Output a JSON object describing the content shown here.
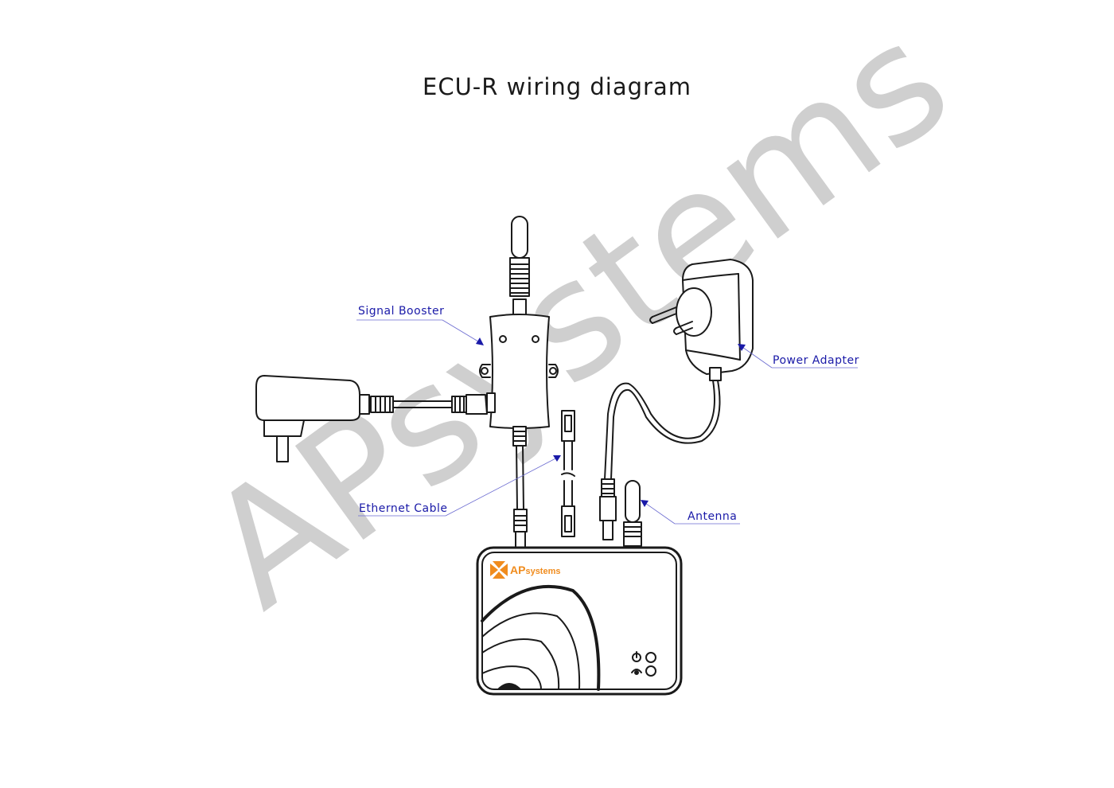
{
  "title": "ECU-R wiring diagram",
  "watermark": "APsystems",
  "logo": {
    "brand_ap": "AP",
    "brand_rest": "systems"
  },
  "callouts": {
    "signal_booster": "Signal Booster",
    "power_adapter": "Power Adapter",
    "ethernet_cable": "Ethernet Cable",
    "antenna": "Antenna"
  },
  "colors": {
    "callout_text": "#1a1aa8",
    "callout_line": "#6a6ad0",
    "line_art": "#1a1a1a",
    "watermark": "#cfcfcf",
    "logo_orange": "#f08c1e"
  }
}
